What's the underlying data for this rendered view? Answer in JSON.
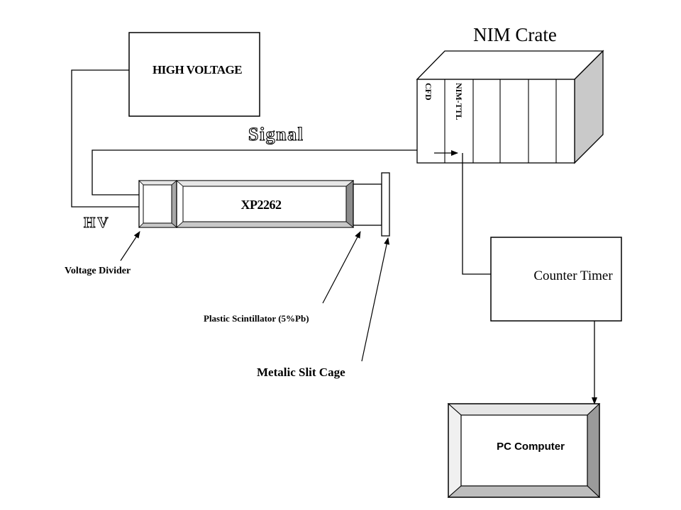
{
  "labels": {
    "high_voltage": "HIGH VOLTAGE",
    "nim_crate": "NIM Crate",
    "signal": "Signal",
    "hv": "HV",
    "pmt": "XP2262",
    "voltage_divider": "Voltage Divider",
    "plastic_scintillator": "Plastic Scintillator (5%Pb)",
    "metalic_slit_cage": "Metalic Slit Cage",
    "counter_timer": "Counter Timer",
    "pc_computer": "PC Computer",
    "module_1": "CFD",
    "module_2": "NIM-TTL"
  },
  "colors": {
    "stroke": "#000000",
    "background": "#ffffff",
    "shade_light": "#e6e6e6",
    "shade_mid": "#bdbdbd",
    "shade_dark": "#8c8c8c"
  }
}
